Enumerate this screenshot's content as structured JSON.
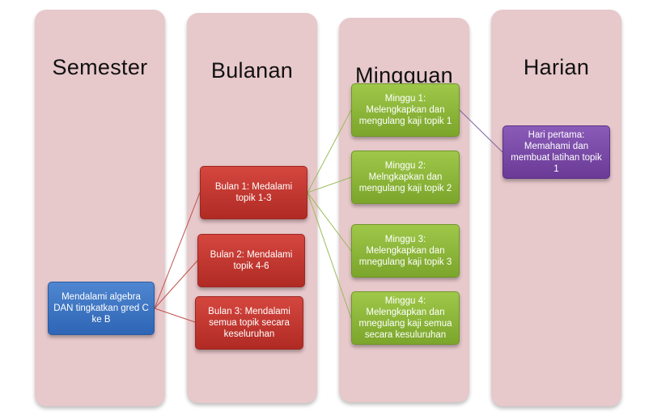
{
  "columns": [
    {
      "title": "Semester"
    },
    {
      "title": "Bulanan"
    },
    {
      "title": "Mingguan"
    },
    {
      "title": "Harian"
    }
  ],
  "nodes": {
    "root": {
      "text": "Mendalami algebra DAN tingkatkan gred C ke B"
    },
    "bulan1": {
      "text": "Bulan 1: Medalami topik 1-3"
    },
    "bulan2": {
      "text": "Bulan 2: Mendalami topik 4-6"
    },
    "bulan3": {
      "text": "Bulan 3: Mendalami semua topik secara keseluruhan"
    },
    "minggu1": {
      "text": "Minggu 1: Melengkapkan dan mengulang kaji topik 1"
    },
    "minggu2": {
      "text": "Minggu 2: Melngkapkan dan mengulang kaji topik 2"
    },
    "minggu3": {
      "text": "Minggu 3: Melengkapkan dan mnegulang kaji topik 3"
    },
    "minggu4": {
      "text": "Minggu 4: Melengkapkan dan mnegulang kaji semua secara kesuluruhan"
    },
    "hari1": {
      "text": "Hari pertama: Memahami dan membuat latihan topik 1"
    }
  },
  "colors": {
    "column": "#e7c8cb",
    "semester_node": "#3b73c0",
    "bulanan_node": "#c0352f",
    "mingguan_node": "#8db73a",
    "harian_node": "#7a4aa7",
    "line_red": "#c0504d",
    "line_green": "#9bbb59",
    "line_purple": "#8064a2"
  }
}
